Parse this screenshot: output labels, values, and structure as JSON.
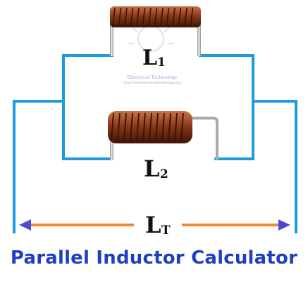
{
  "labels": {
    "l1_main": "L",
    "l1_sub": "1",
    "l2_main": "L",
    "l2_sub": "2",
    "lt_main": "L",
    "lt_sub": "T"
  },
  "watermark": {
    "line1": "Electrical Technology",
    "line2": "http://www.electricaltechnology.org"
  },
  "caption": "Parallel Inductor Calculator",
  "colors": {
    "wire": "#1e9bdc",
    "dimension_line": "#f08a30",
    "arrow": "#4a4ad8",
    "coil": "#8b3a1a",
    "caption": "#1f3fbf"
  }
}
